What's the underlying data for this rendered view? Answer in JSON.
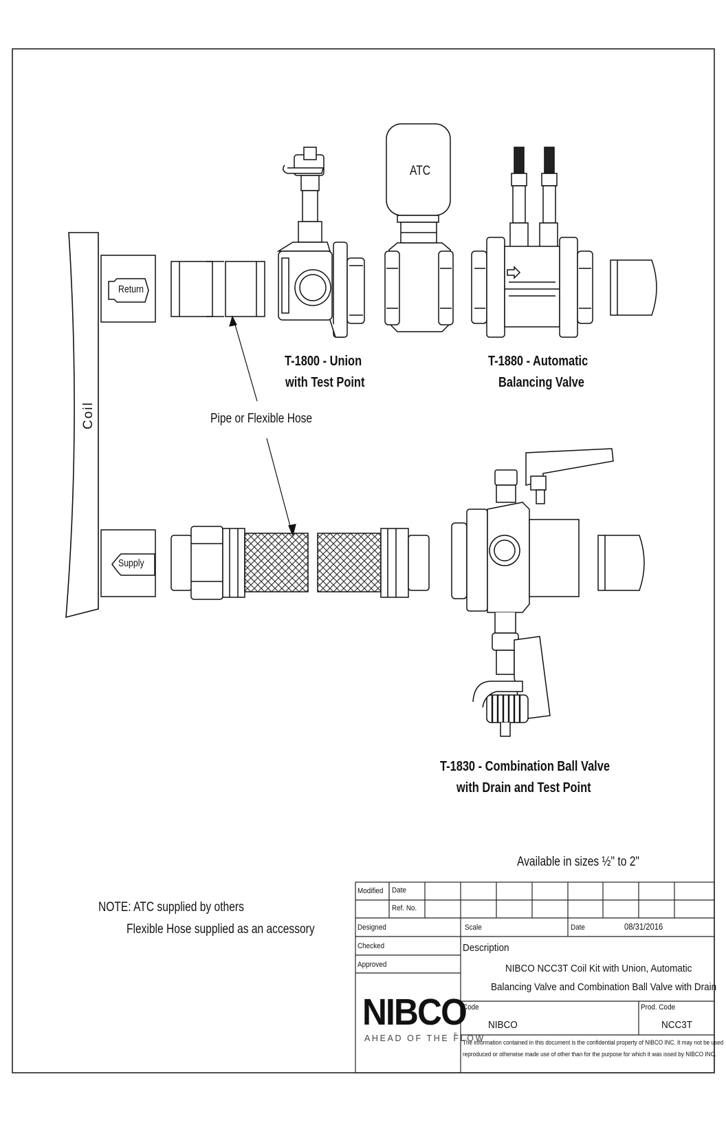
{
  "diagram": {
    "coil_label": "Coil",
    "return_label": "Return",
    "supply_label": "Supply",
    "atc_label": "ATC",
    "pipe_hose_label": "Pipe or Flexible Hose",
    "t1800": {
      "line1": "T-1800 - Union",
      "line2": "with Test Point"
    },
    "t1880": {
      "line1": "T-1880 - Automatic",
      "line2": "Balancing Valve"
    },
    "t1830": {
      "line1": "T-1830 - Combination Ball Valve",
      "line2": "with Drain and Test Point"
    },
    "sizes_note": "Available in sizes ½\" to 2\"",
    "note_line1": "NOTE: ATC supplied by others",
    "note_line2": "Flexible Hose supplied as an accessory"
  },
  "title_block": {
    "modified_label": "Modified",
    "date_label": "Date",
    "ref_no_label": "Ref. No.",
    "designed_label": "Designed",
    "checked_label": "Checked",
    "approved_label": "Approved",
    "scale_label": "Scale",
    "date_label_2": "Date",
    "date_value": "08/31/2016",
    "description_label": "Description",
    "description_line1": "NIBCO NCC3T Coil Kit with Union, Automatic",
    "description_line2": "Balancing Valve and Combination Ball Valve with Drain",
    "code_label": "Code",
    "code_value": "NIBCO",
    "prod_code_label": "Prod. Code",
    "prod_code_value": "NCC3T",
    "confidential_line1": "The information contained in this document is the confidential property of NIBCO INC. It may not be used",
    "confidential_line2": "reproduced or otherwise made use of other than for the purpose for which it was issed by NIBCO INC."
  },
  "logo": {
    "name": "NIBCO",
    "tagline": "AHEAD OF THE FLOW"
  }
}
